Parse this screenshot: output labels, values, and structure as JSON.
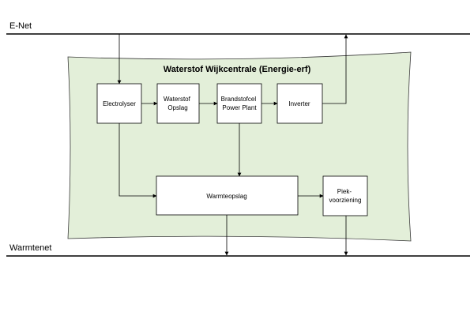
{
  "rails": {
    "top": "E-Net",
    "bottom": "Warmtenet"
  },
  "region": {
    "title": "Waterstof Wijkcentrale (Energie-erf)",
    "fill": "#e3efd9",
    "stroke": "#3a3a3a"
  },
  "blocks": {
    "electrolyser": [
      "Electrolyser"
    ],
    "storage": [
      "Waterstof",
      "Opslag"
    ],
    "fuelcell": [
      "Brandstofcel",
      "Power Plant"
    ],
    "inverter": [
      "Inverter"
    ],
    "heat_storage": [
      "Warmteopslag"
    ],
    "peak": [
      "Piek-",
      "voorziening"
    ]
  },
  "colors": {
    "line": "#000000",
    "block_fill": "#ffffff"
  }
}
